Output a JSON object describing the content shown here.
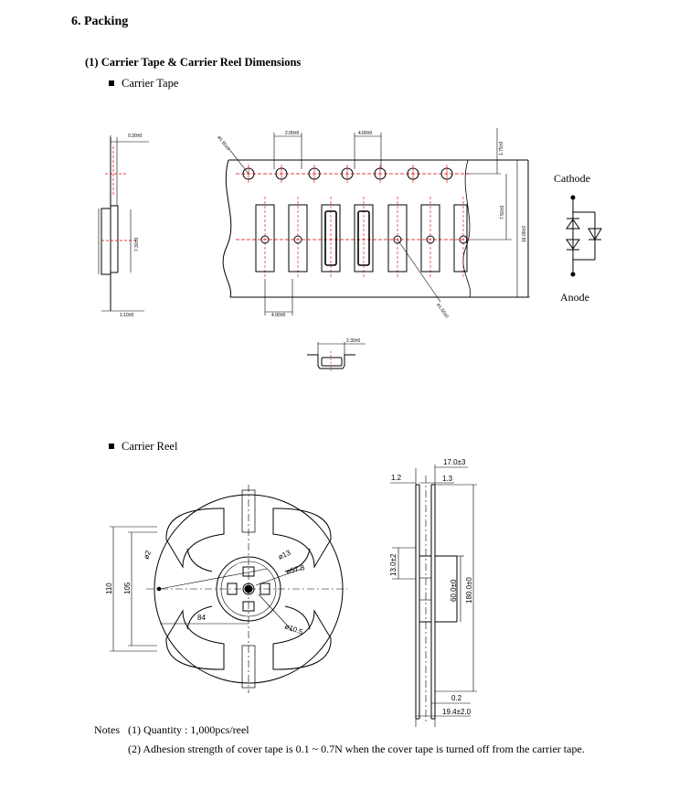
{
  "section": {
    "title": "6. Packing"
  },
  "subsection": {
    "title": "(1) Carrier Tape & Carrier Reel Dimensions"
  },
  "carrier_tape": {
    "heading": "Carrier Tape",
    "dims": {
      "top_thickness": "0.30±0",
      "pocket_depth": "7.30±0",
      "bottom_width": "1.10±0",
      "sprocket_dia": "ø1.50±0",
      "pitch_small": "2.00±0",
      "sprocket_pitch": "4.00±0",
      "edge_offset": "1.75±0",
      "center_offset": "7.50±0",
      "tape_width": "16.00±0",
      "pocket_pitch": "4.00±0",
      "hole_dia": "ø1.50±0",
      "pocket_width": "2.30±0"
    },
    "labels": {
      "cathode": "Cathode",
      "anode": "Anode"
    }
  },
  "carrier_reel": {
    "heading": "Carrier Reel",
    "dims": {
      "outer_dia": "110",
      "inner_dia": "105",
      "radius": "84",
      "hub_r": "ø2",
      "bore_13": "ø13",
      "hub_57_8": "ø57.8",
      "arbor_10_5": "ø10.5",
      "flange_gap_top": "1.2",
      "width_17": "17.0±3",
      "lip_13": "1.3",
      "hub_13": "13.0±2",
      "hub_dia_60": "60.0±0",
      "reel_dia_180": "180.0±0",
      "t_02": "0.2",
      "total_width": "19.4±2.0"
    }
  },
  "notes": {
    "label": "Notes",
    "items": [
      "(1) Quantity : 1,000pcs/reel",
      "(2) Adhesion strength of cover tape is 0.1 ~ 0.7N when the cover tape is turned off from the carrier  tape."
    ]
  }
}
